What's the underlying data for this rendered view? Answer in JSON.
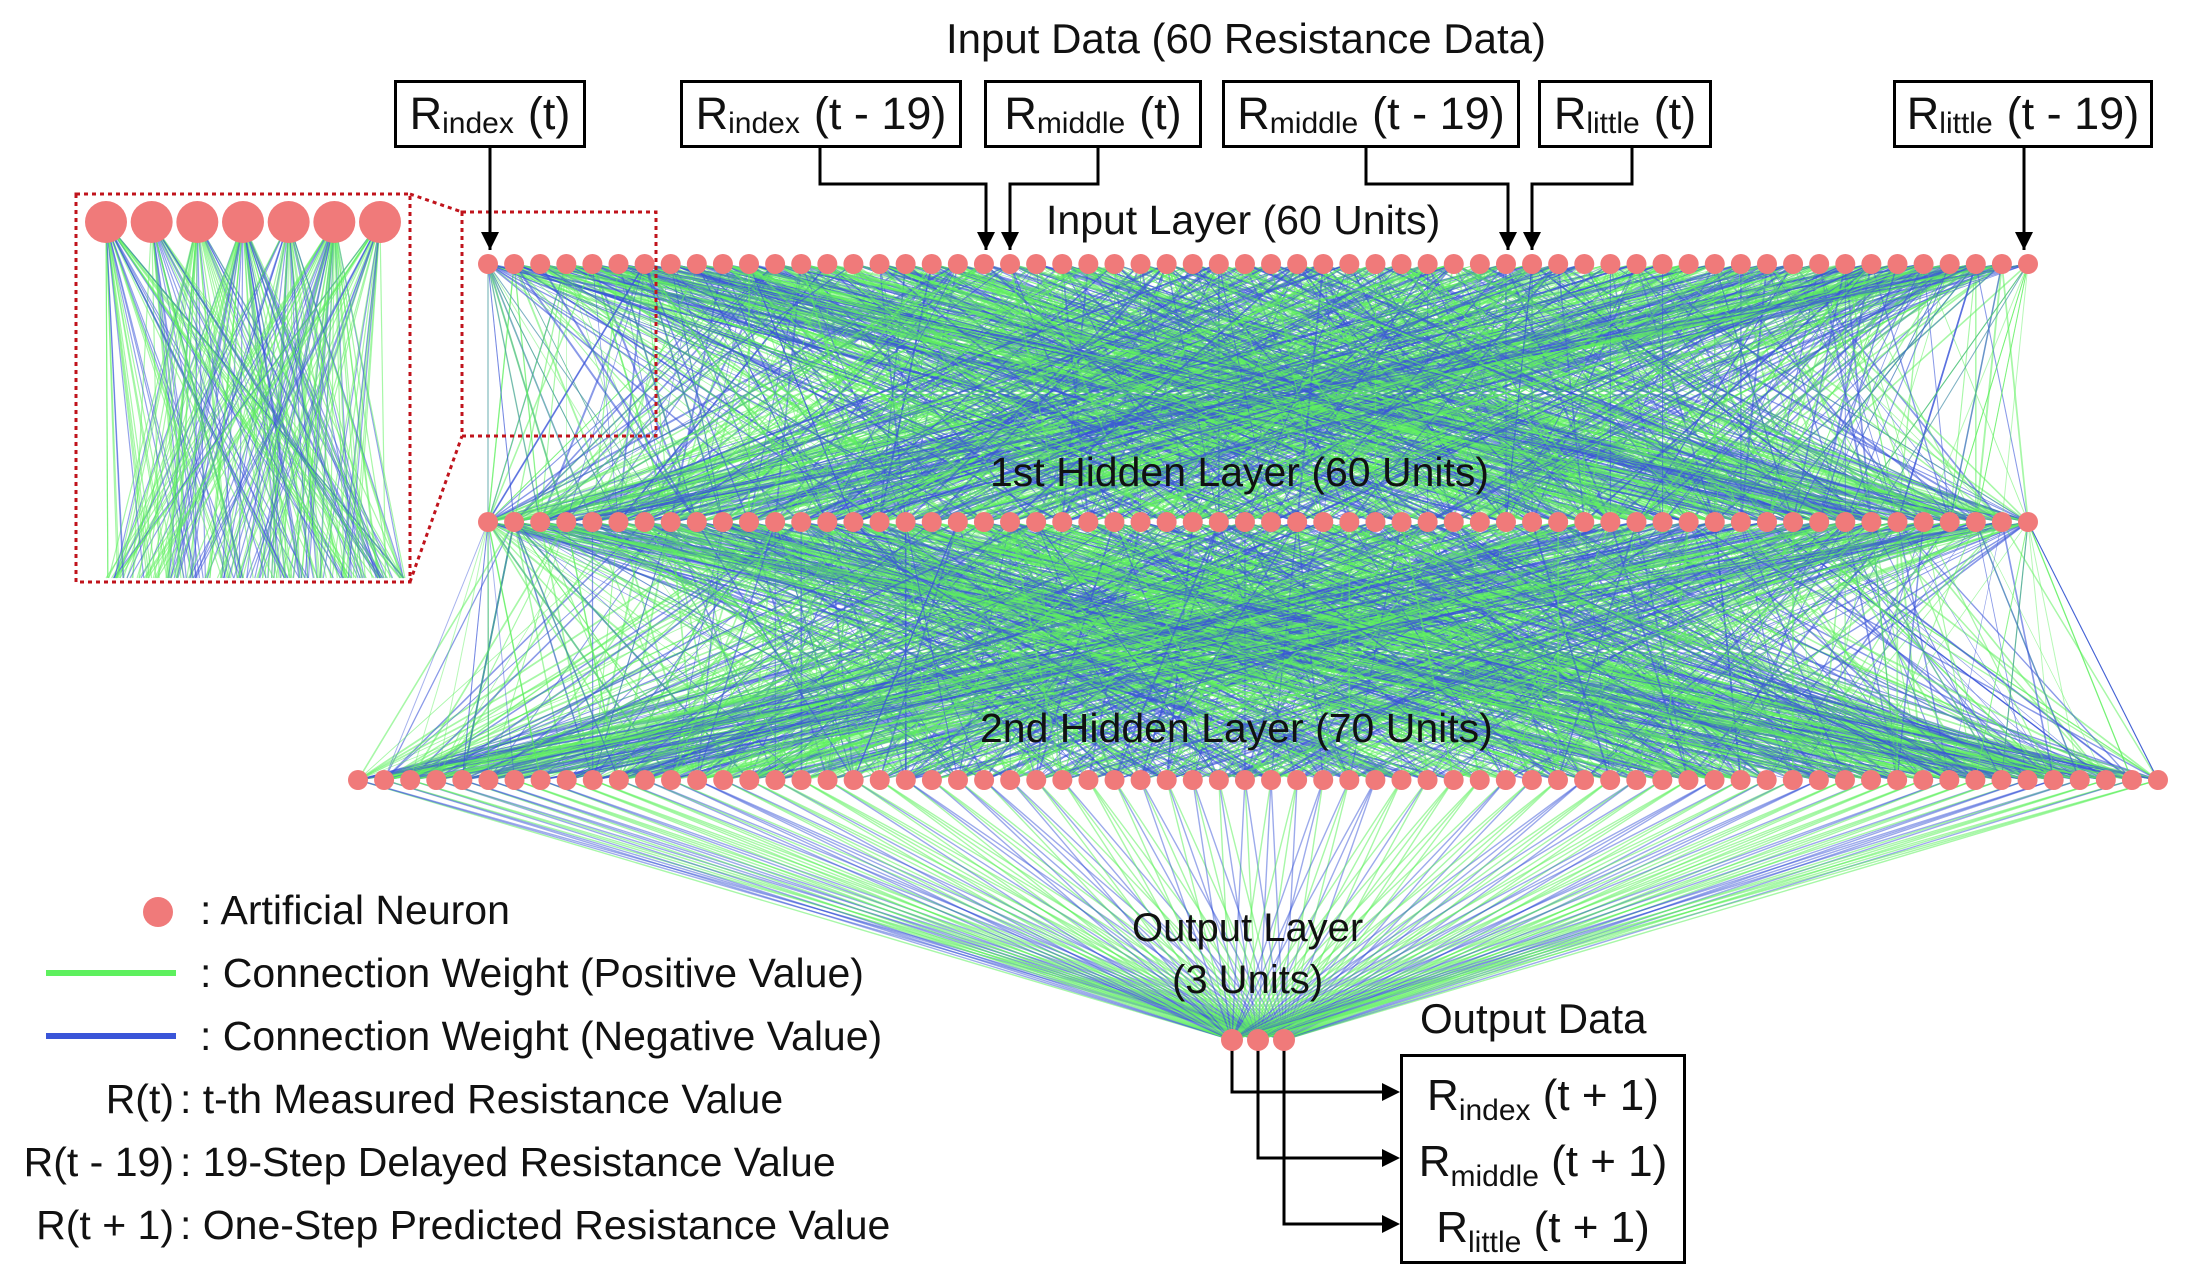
{
  "title": "Input Data (60 Resistance Data)",
  "layers": {
    "input": "Input Layer (60 Units)",
    "hidden1": "1st Hidden Layer (60 Units)",
    "hidden2": "2nd Hidden Layer (70 Units)",
    "output_line1": "Output Layer",
    "output_line2": "(3 Units)"
  },
  "unit_counts": {
    "input": 60,
    "hidden1": 60,
    "hidden2": 70,
    "output": 3
  },
  "input_boxes": [
    {
      "r": "R",
      "sub": "index",
      "arg": "(t)"
    },
    {
      "r": "R",
      "sub": "index",
      "arg": "(t - 19)"
    },
    {
      "r": "R",
      "sub": "middle",
      "arg": "(t)"
    },
    {
      "r": "R",
      "sub": "middle",
      "arg": "(t - 19)"
    },
    {
      "r": "R",
      "sub": "little",
      "arg": "(t)"
    },
    {
      "r": "R",
      "sub": "little",
      "arg": "(t - 19)"
    }
  ],
  "output_data_title": "Output Data",
  "output_items": [
    {
      "r": "R",
      "sub": "index",
      "arg": "(t + 1)"
    },
    {
      "r": "R",
      "sub": "middle",
      "arg": "(t + 1)"
    },
    {
      "r": "R",
      "sub": "little",
      "arg": "(t + 1)"
    }
  ],
  "legend": [
    {
      "symbol": "neuron",
      "key": "",
      "text": ": Artificial Neuron"
    },
    {
      "symbol": "positive-line",
      "key": "",
      "text": ": Connection Weight (Positive Value)"
    },
    {
      "symbol": "negative-line",
      "key": "",
      "text": ": Connection Weight (Negative Value)"
    },
    {
      "symbol": "text",
      "key": "R(t)",
      "text": ": t-th Measured Resistance Value"
    },
    {
      "symbol": "text",
      "key": "R(t - 19)",
      "text": ": 19-Step Delayed Resistance Value"
    },
    {
      "symbol": "text",
      "key": "R(t + 1)",
      "text": ": One-Step Predicted Resistance Value"
    }
  ],
  "colors": {
    "neuron": "#f07a7a",
    "positive": "#5ef05e",
    "negative": "#3a55d8",
    "zoom_border": "#c0141c"
  }
}
